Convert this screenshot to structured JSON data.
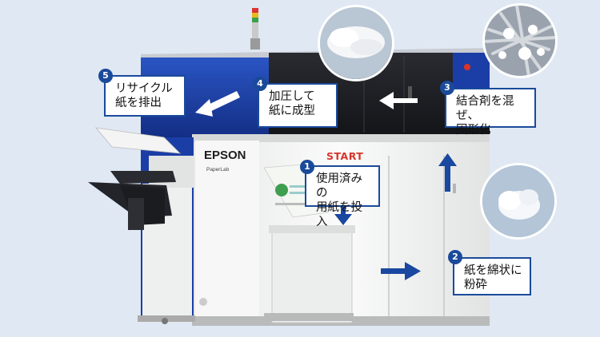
{
  "machine": {
    "brand": "EPSON",
    "model": "PaperLab",
    "colors": {
      "blue": "#1b3ea6",
      "dark": "#1b1c20",
      "body": "#f2f3f2",
      "accent": "#1a4a9a"
    }
  },
  "start_label": "START",
  "steps": [
    {
      "number": "1",
      "label": "使用済みの\n用紙を投入"
    },
    {
      "number": "2",
      "label": "紙を綿状に\n粉砕"
    },
    {
      "number": "3",
      "label": "結合剤を混ぜ、\n固形化"
    },
    {
      "number": "4",
      "label": "加圧して\n紙に成型"
    },
    {
      "number": "5",
      "label": "リサイクル\n紙を排出"
    }
  ],
  "photos": [
    "fiber-cotton",
    "fiber-binder",
    "fiber-pressed"
  ]
}
